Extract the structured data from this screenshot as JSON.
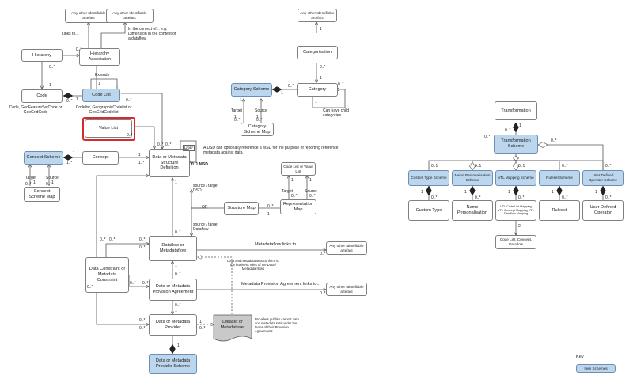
{
  "boxes": {
    "any_other_1": "Any other Identifiable artefact",
    "any_other_2": "Any other Identifiable artefact",
    "hierarchy_association": "Hierarchy Association",
    "hierarchy": "Hierarchy",
    "code": "Code",
    "code_list": "Code List",
    "value_list": "Value List",
    "concept_scheme": "Concept Scheme",
    "concept": "Concept",
    "concept_scheme_map": "Concept Scheme Map",
    "dsd": "Data or Metadata Structure Definition",
    "categorisation": "Categorisation",
    "category": "Category",
    "category_scheme": "Category Scheme",
    "category_scheme_map": "Category Scheme Map",
    "code_list_or_value_list": "Code List or Value List",
    "structure_map": "Structure Map",
    "representation_map": "Representation Map",
    "dataflow": "Dataflow or Metadataflow",
    "any_other_3": "Any other Identifiable artefact",
    "data_constraint": "Data Constraint or Metadata Constraint",
    "provision_agreement": "Data or Metadata Provision Agreement",
    "any_other_4": "Any other Identifiable artefact",
    "provider": "Data or Metadata Provider",
    "dataset": "Dataset or Metadataset",
    "provider_scheme": "Data or Metadata Provider Scheme",
    "transformation": "Transformation",
    "transformation_scheme": "Transformation Scheme",
    "custom_type_scheme": "Custom Type Scheme",
    "name_personalisation_scheme": "Name Personalisation Scheme",
    "vtl_mapping_scheme": "VTL Mapping Scheme",
    "ruleset_scheme": "Ruleset Scheme",
    "udo_scheme": "User Defined Operator Scheme",
    "custom_type": "Custom Type",
    "name_personalisation": "Name Personalisation",
    "vtl_mappings": "VTL Code List Mapping VTL Concept Mapping VTL Dataflow Mapping",
    "ruleset": "Ruleset",
    "udo": "User Defined Operator",
    "code_list_concept_dataflow": "Code List, Concept, Dataflow",
    "key_item_schemes": "Item Schemes"
  },
  "labels": {
    "links_to": "Links to...",
    "in_context": "In the context of... e.g. Dimension in the context of a dataflow",
    "code_subtypes": "Code, GeoFeatureSetCode or GeoGridCode",
    "codelist_subtypes": "Codelist, GeographicCodelist or GeoGridCodelist",
    "extends": "Extends",
    "can_have_child": "Can have child categories",
    "dsd_tag": "DSD",
    "dsd_note": "A DSD can optionally reference a MSD for the purpose of reporting reference metadata against data",
    "msd_mult": "0..1 MSD",
    "source_target_dsd": "source / target DSD",
    "source_target_dataflow": "source / target Dataflow",
    "or": "OR",
    "target": "Target",
    "source": "Source",
    "metadataflow_links": "Metadataflow links to...",
    "data_conform": "Data and metadata sets conform to the business rules of the Data / Metadata flows",
    "provision_links": "Metadata Provision Agreement links to...",
    "providers_publish": "Providers publish / report data and metadata sets under the terms of their Provision Agreements",
    "key": "Key",
    "m_0n": "0..*",
    "m_1": "1",
    "m_01": "0..1",
    "m_1n": "1..*",
    "m_2": "2"
  }
}
